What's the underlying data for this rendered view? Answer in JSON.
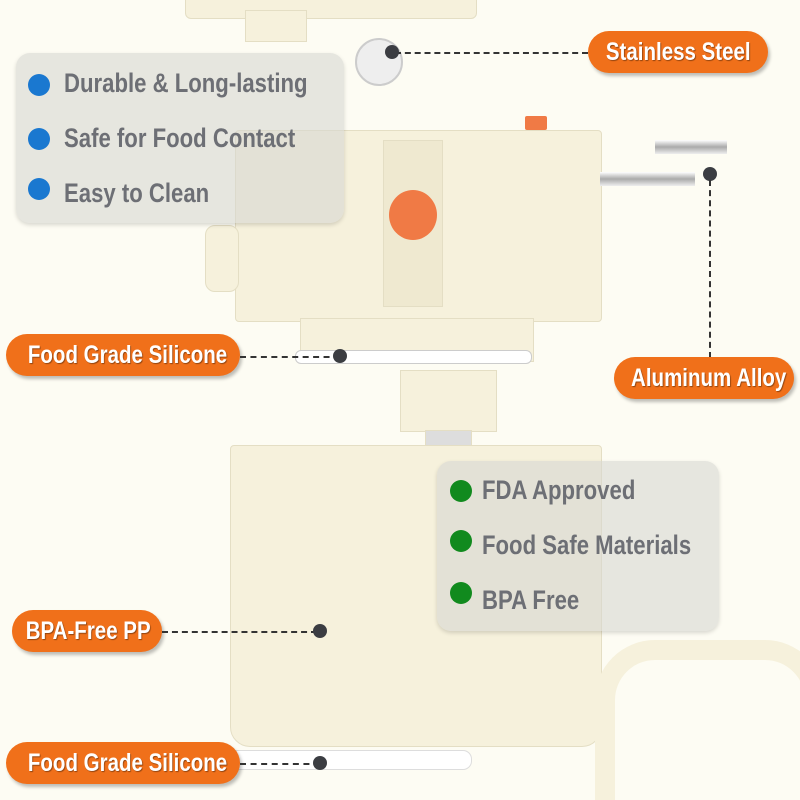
{
  "callouts": {
    "stainless_steel": "Stainless Steel",
    "food_grade_silicone_top": "Food Grade Silicone",
    "aluminum_alloy": "Aluminum Alloy",
    "bpa_free_pp": "BPA-Free PP",
    "food_grade_silicone_bottom": "Food Grade Silicone"
  },
  "features_left": [
    "Durable & Long-lasting",
    "Safe for Food Contact",
    "Easy to Clean"
  ],
  "features_right": [
    "FDA Approved",
    "Food Safe Materials",
    "BPA Free"
  ],
  "colors": {
    "accent": "#f0701a",
    "blue_bullet": "#1a78d0",
    "green_bullet": "#118a1e",
    "background": "#fdfcf3"
  }
}
